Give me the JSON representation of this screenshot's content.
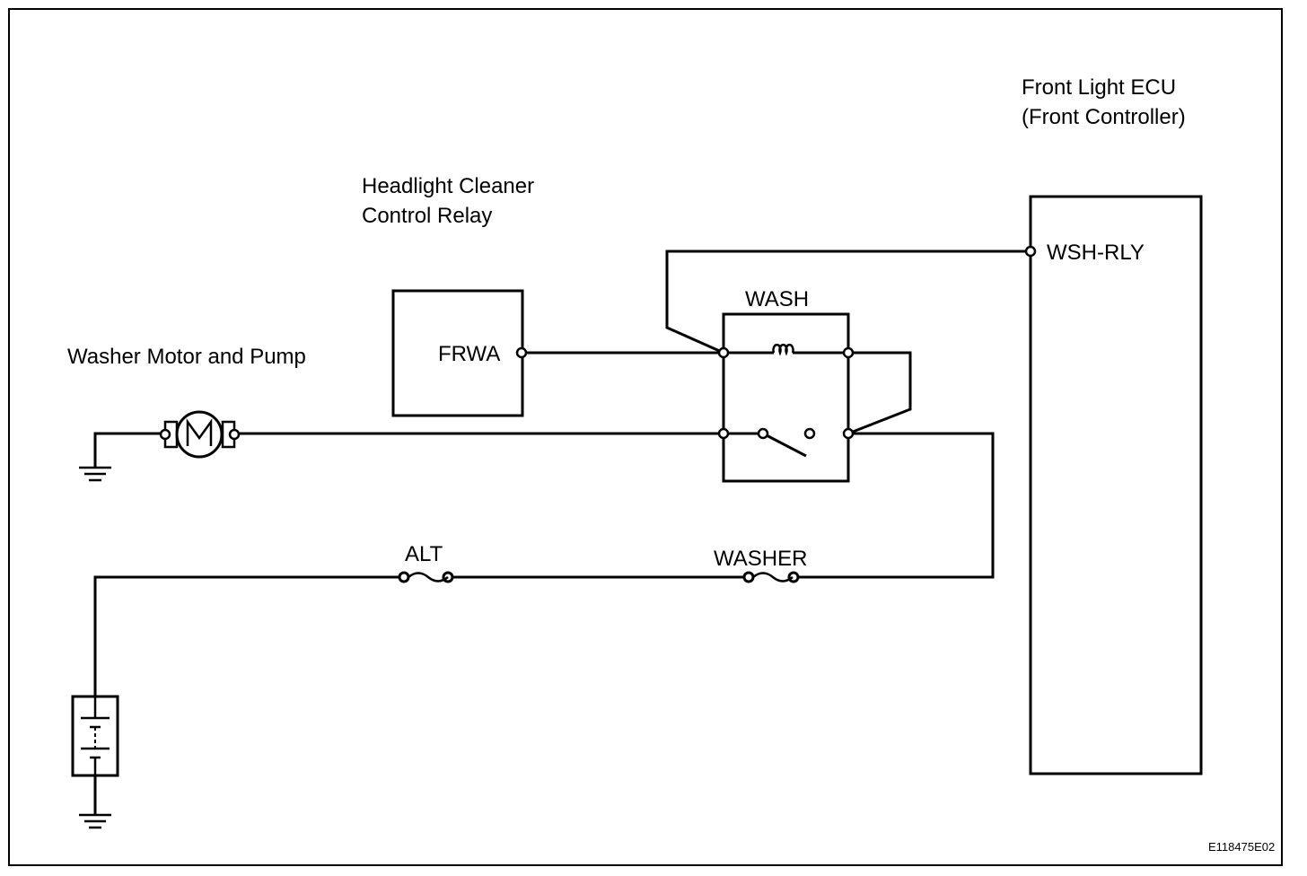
{
  "labels": {
    "ecu_title": "Front Light ECU\n(Front Controller)",
    "relay_block_title": "Headlight Cleaner\nControl Relay",
    "motor_title": "Washer Motor and Pump",
    "relay_name": "WASH",
    "frwa_terminal": "FRWA",
    "wsh_rly_terminal": "WSH-RLY",
    "fuse_alt": "ALT",
    "fuse_washer": "WASHER",
    "figure_code": "E118475E02"
  }
}
